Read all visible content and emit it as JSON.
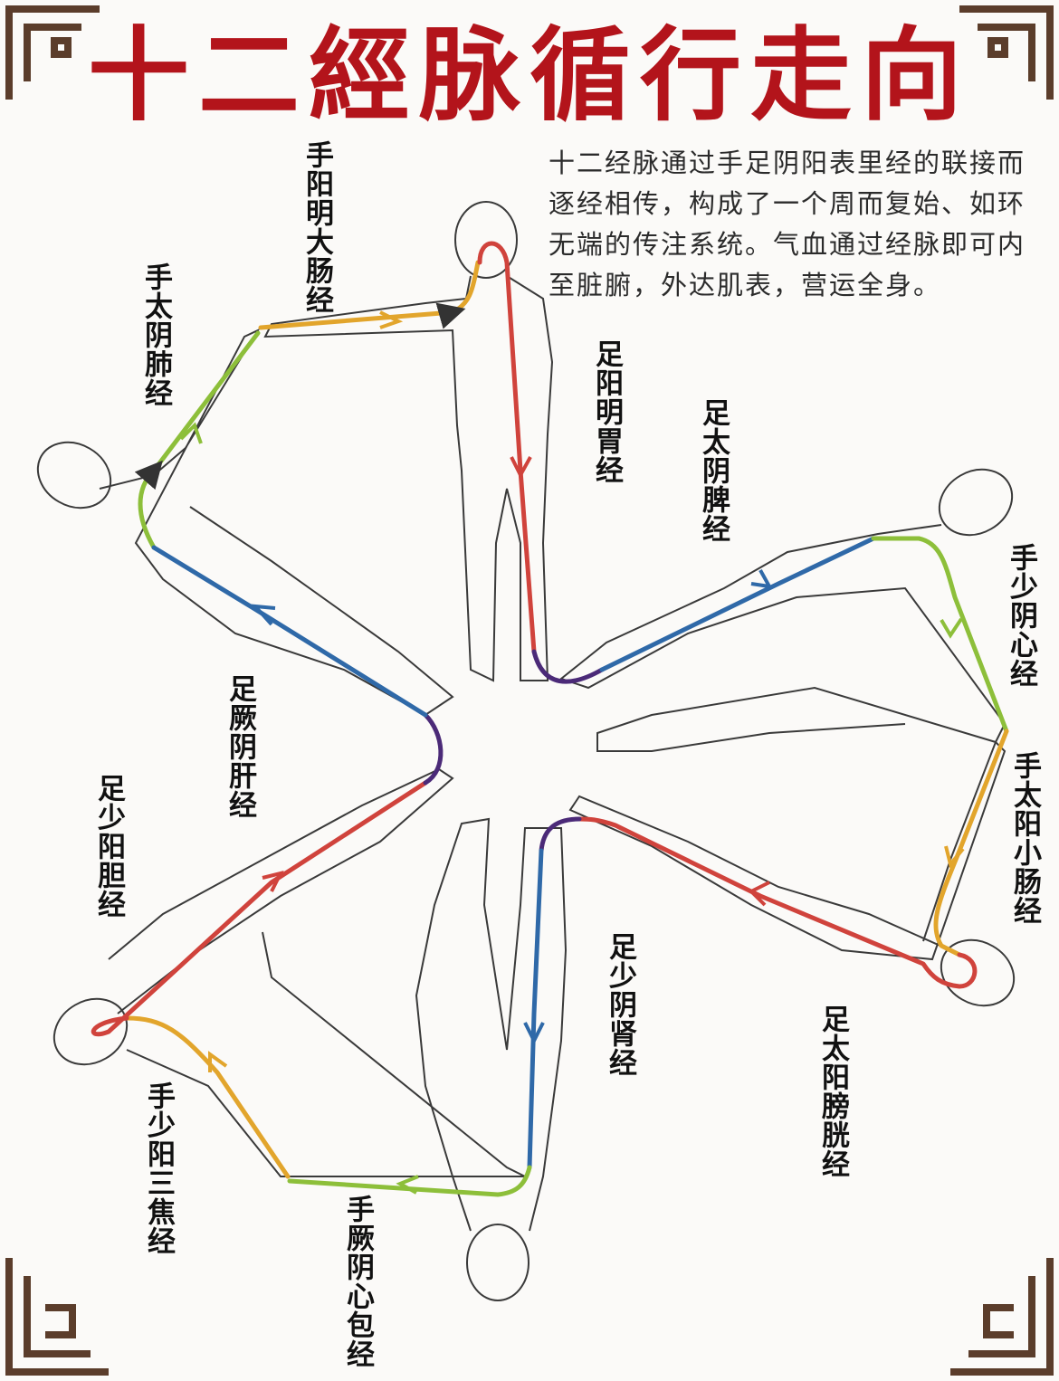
{
  "title": "十二經脉循行走向",
  "description": [
    "十二经脉通过手足阴阳表里经的联接而",
    "逐经相传，构成了一个周而复始、如环",
    "无端的传注系统。气血通过经脉即可内",
    "至脏腑，外达肌表，营运全身。"
  ],
  "meridians": {
    "lung": "手太阴肺经",
    "large_intestine": "手阳明大肠经",
    "stomach": "足阳明胃经",
    "spleen": "足太阴脾经",
    "heart": "手少阴心经",
    "small_intestine": "手太阳小肠经",
    "bladder": "足太阳膀胱经",
    "kidney": "足少阴肾经",
    "pericardium": "手厥阴心包经",
    "sanjiao": "手少阳三焦经",
    "gallbladder": "足少阳胆经",
    "liver": "足厥阴肝经"
  },
  "colors": {
    "title": "#b3141b",
    "corner": "#5b3d2b",
    "yin_hand": "#8dbf3a",
    "yang_hand": "#e2a52c",
    "yang_foot": "#d0433c",
    "yin_foot": "#2f69a8",
    "link": "#4b2a78"
  }
}
